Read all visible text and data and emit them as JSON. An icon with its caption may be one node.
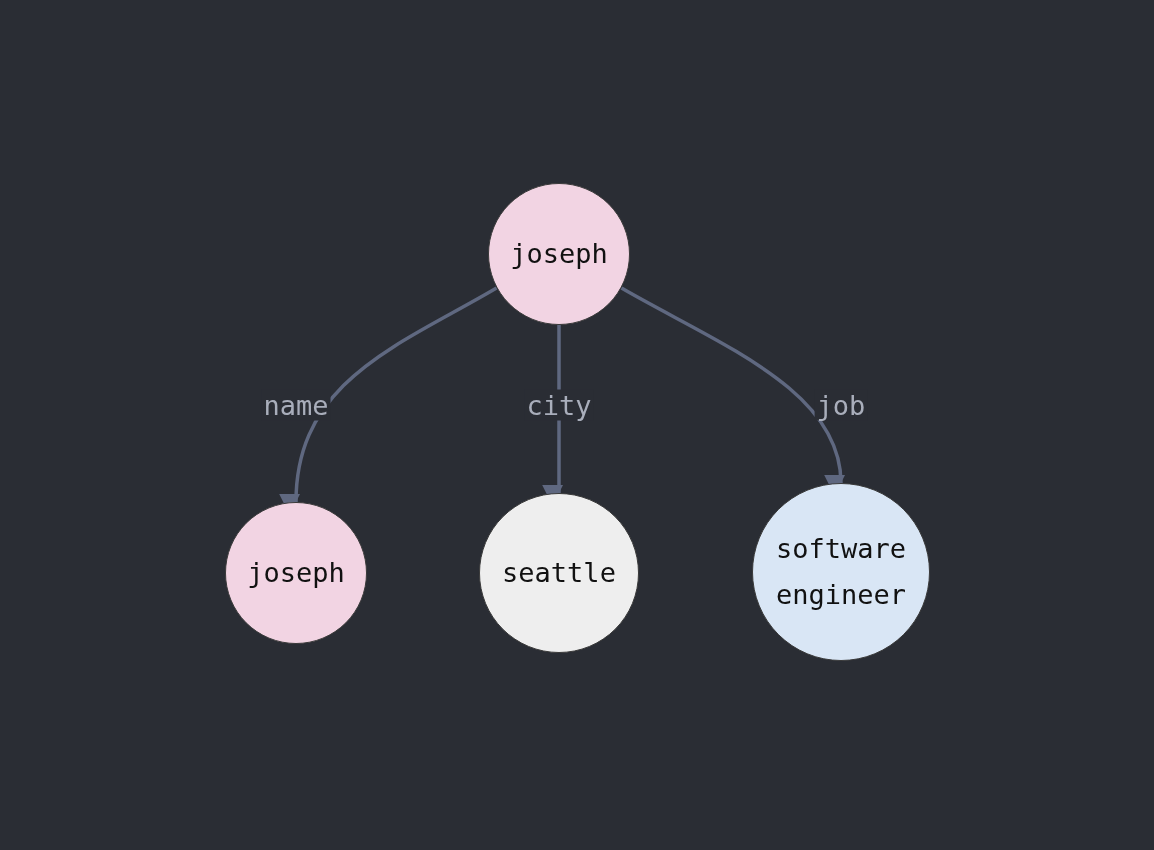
{
  "diagram": {
    "nodes": [
      {
        "text": [
          "joseph"
        ]
      },
      {
        "text": [
          "joseph"
        ]
      },
      {
        "text": [
          "seattle"
        ]
      },
      {
        "text": [
          "software engineer"
        ]
      }
    ],
    "edges": [
      {
        "from": 0,
        "to": 1,
        "arrow": "to",
        "label": "name"
      },
      {
        "from": 0,
        "to": 2,
        "arrow": "to",
        "label": "city"
      },
      {
        "from": 0,
        "to": 3,
        "arrow": "to",
        "label": "job"
      }
    ]
  }
}
